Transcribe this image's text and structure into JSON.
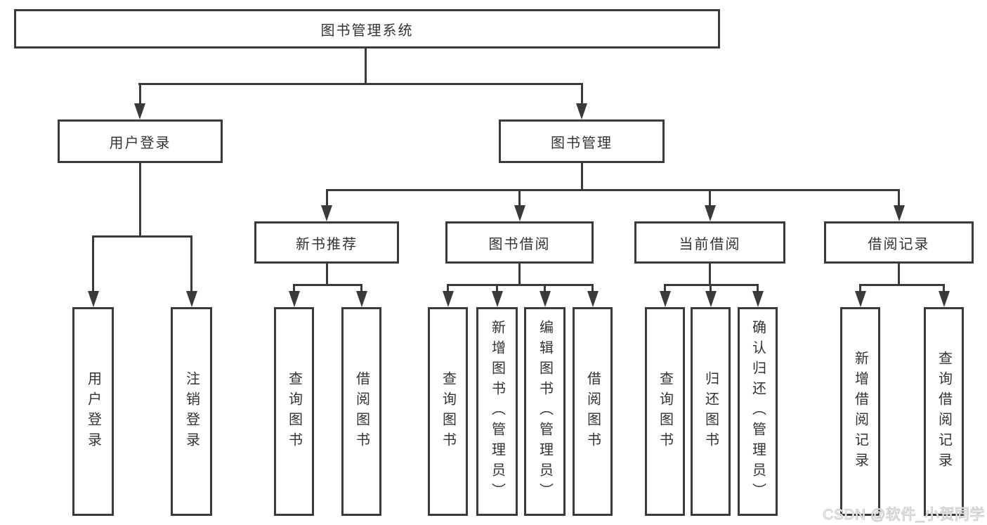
{
  "root": {
    "label": "图书管理系统"
  },
  "level2": {
    "user_login": {
      "label": "用户登录"
    },
    "book_mgmt": {
      "label": "图书管理"
    }
  },
  "level3": {
    "new_books": {
      "label": "新书推荐"
    },
    "borrowing": {
      "label": "图书借阅"
    },
    "current": {
      "label": "当前借阅"
    },
    "records": {
      "label": "借阅记录"
    }
  },
  "leaves": {
    "user_login": [
      "用户登录",
      "注销登录"
    ],
    "new_books": [
      "查询图书",
      "借阅图书"
    ],
    "borrowing": [
      "查询图书",
      "新增图书（管理员）",
      "编辑图书（管理员）",
      "借阅图书"
    ],
    "current": [
      "查询图书",
      "归还图书",
      "确认归还（管理员）"
    ],
    "records": [
      "新增借阅记录",
      "查询借阅记录"
    ]
  },
  "watermark": "CSDN @软件_小贺同学",
  "colors": {
    "line": "#3a3a3a",
    "box_border": "#3a3a3a",
    "box_fill": "#ffffff",
    "text": "#333333"
  }
}
